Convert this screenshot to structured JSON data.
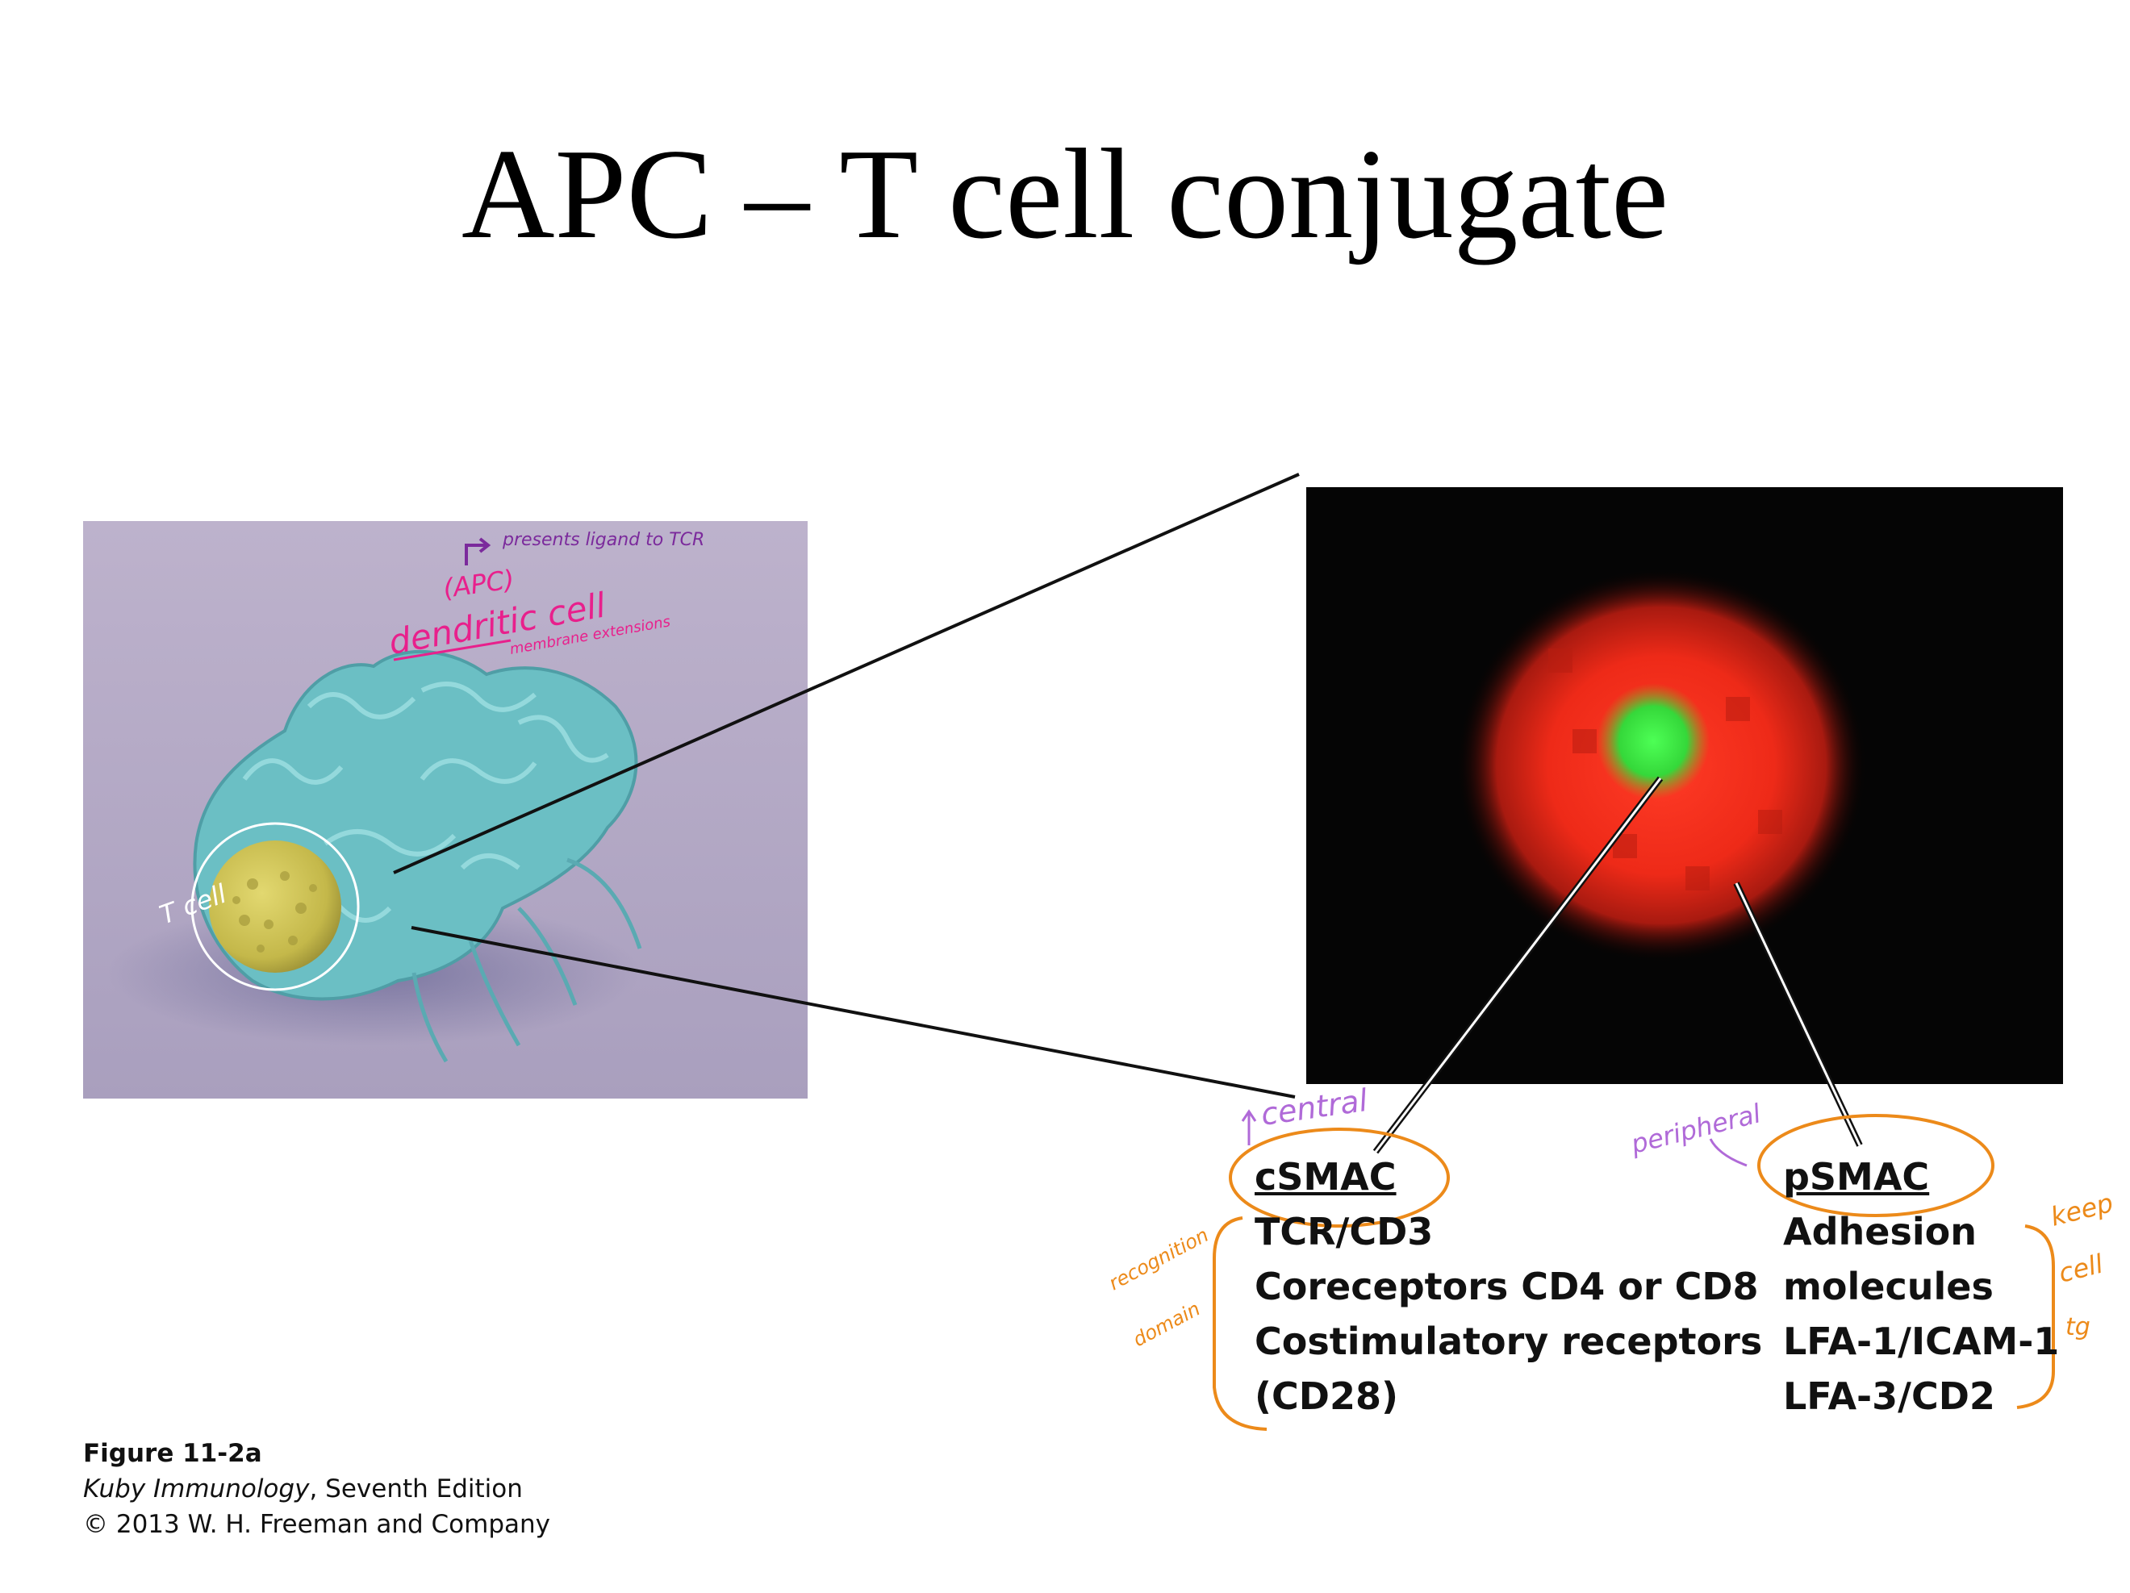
{
  "title": "APC – T cell conjugate",
  "sem_image": {
    "annotations": {
      "presents": "presents ligand to TCR",
      "apc": "(APC)",
      "dendritic": "dendritic cell",
      "membrane": "membrane extensions",
      "tcell": "T cell"
    }
  },
  "fluorescence_image": {},
  "csmac": {
    "heading": "cSMAC",
    "items": [
      "TCR/CD3",
      "Coreceptors CD4 or CD8",
      "Costimulatory receptors",
      "(CD28)"
    ]
  },
  "psmac": {
    "heading": "pSMAC",
    "items": [
      "Adhesion",
      "molecules",
      "LFA-1/ICAM-1",
      "LFA-3/CD2"
    ]
  },
  "handwritten": {
    "central": "central",
    "peripheral": "peripheral",
    "recognition": "recognition",
    "domain": "domain",
    "keep": "keep",
    "cell": "cell",
    "tg": "tg"
  },
  "caption": {
    "figure": "Figure 11-2a",
    "book": "Kuby Immunology",
    "edition": ", Seventh Edition",
    "copyright": "© 2013 W. H. Freeman and Company"
  },
  "colors": {
    "background_sem": "#b3a8c4",
    "dendritic_cell": "#6fc2c6",
    "t_cell": "#cdc35a",
    "fluor_red": "#ff2a1a",
    "fluor_green": "#39e03c",
    "annotation_purple": "#7b2a9c",
    "annotation_pink": "#e8208c",
    "annotation_orange": "#ec8a1a"
  }
}
